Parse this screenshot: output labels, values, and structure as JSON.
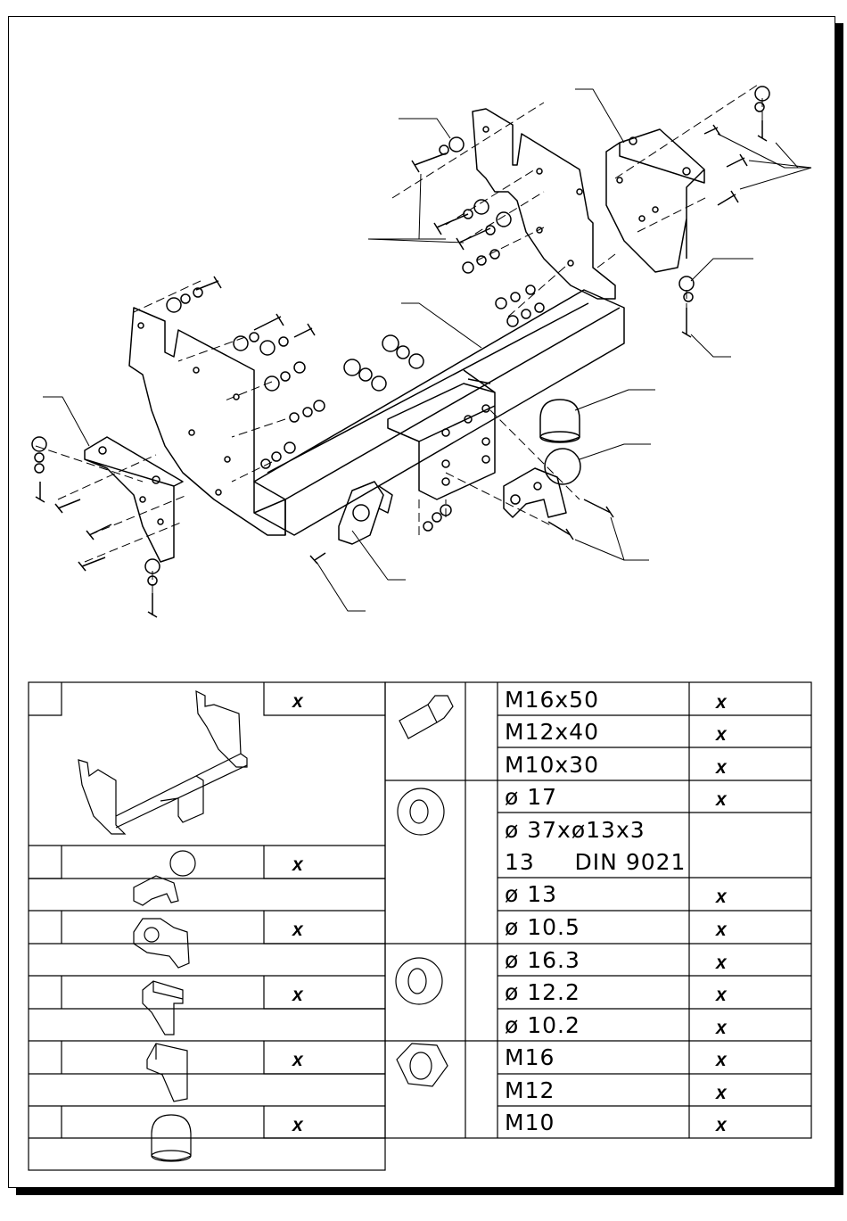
{
  "parts_table": {
    "left_items": [
      {
        "name": "tow-bar-frame",
        "qty": "x"
      },
      {
        "name": "tow-ball",
        "qty": "x"
      },
      {
        "name": "socket-plate",
        "qty": "x"
      },
      {
        "name": "right-bracket",
        "qty": "x"
      },
      {
        "name": "left-bracket",
        "qty": "x"
      },
      {
        "name": "ball-cover",
        "qty": "x"
      }
    ],
    "bolts": [
      {
        "spec": "M16x50",
        "qty": "x"
      },
      {
        "spec": "M12x40",
        "qty": "x"
      },
      {
        "spec": "M10x30",
        "qty": "x"
      }
    ],
    "washers": [
      {
        "spec": "ø 17",
        "qty": "x"
      },
      {
        "spec": "ø 37xø13x3",
        "spec2": "13     DIN 9021",
        "qty": ""
      },
      {
        "spec": "ø 13",
        "qty": "x"
      },
      {
        "spec": "ø 10.5",
        "qty": "x"
      }
    ],
    "spring_washers": [
      {
        "spec": "ø 16.3",
        "qty": "x"
      },
      {
        "spec": "ø 12.2",
        "qty": "x"
      },
      {
        "spec": "ø 10.2",
        "qty": "x"
      }
    ],
    "nuts": [
      {
        "spec": "M16",
        "qty": "x"
      },
      {
        "spec": "M12",
        "qty": "x"
      },
      {
        "spec": "M10",
        "qty": "x"
      }
    ]
  }
}
